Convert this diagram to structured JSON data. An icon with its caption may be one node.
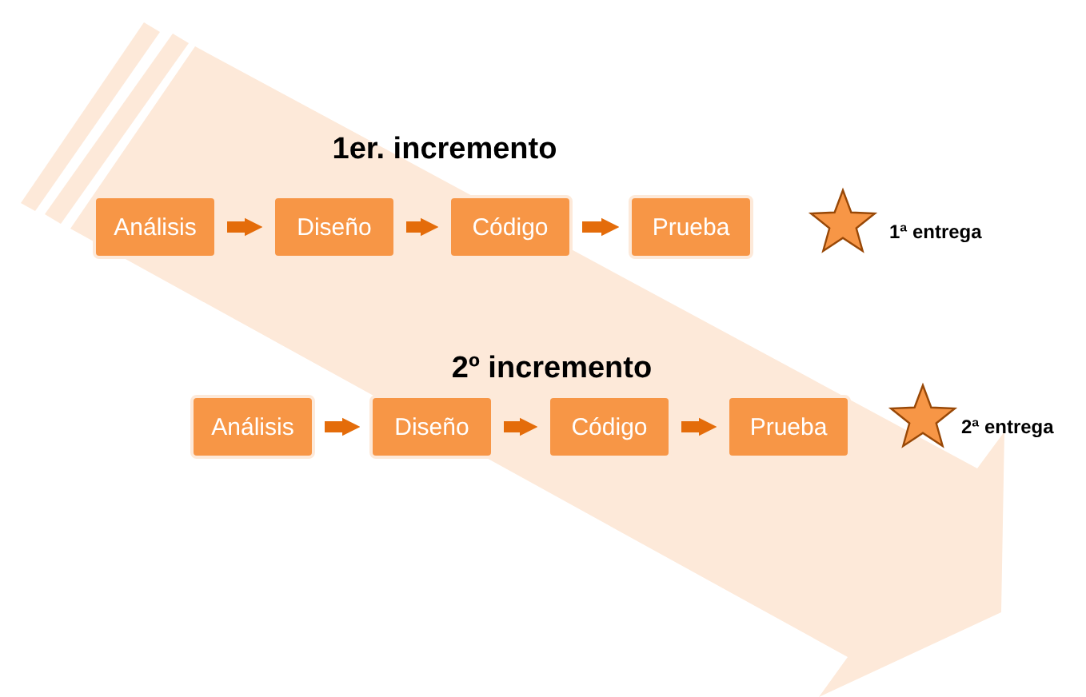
{
  "diagram": {
    "nodes": [
      {
        "text": [
          "Análisis"
        ]
      },
      {
        "text": [
          "Diseño"
        ]
      },
      {
        "text": [
          "Código"
        ]
      },
      {
        "text": [
          "Prueba"
        ]
      },
      {
        "text": [
          "Análisis"
        ]
      },
      {
        "text": [
          "Diseño"
        ]
      },
      {
        "text": [
          "Código"
        ]
      },
      {
        "text": [
          "Prueba"
        ]
      }
    ],
    "edges": [
      {
        "from": 0,
        "to": 1,
        "arrow": "to"
      },
      {
        "from": 1,
        "to": 2,
        "arrow": "to"
      },
      {
        "from": 2,
        "to": 3,
        "arrow": "to"
      },
      {
        "from": 4,
        "to": 5,
        "arrow": "to"
      },
      {
        "from": 5,
        "to": 6,
        "arrow": "to"
      },
      {
        "from": 6,
        "to": 7,
        "arrow": "to"
      }
    ],
    "labels": [
      "1er. incremento",
      "1ª entrega",
      "2º incremento",
      "2ª entrega"
    ]
  }
}
